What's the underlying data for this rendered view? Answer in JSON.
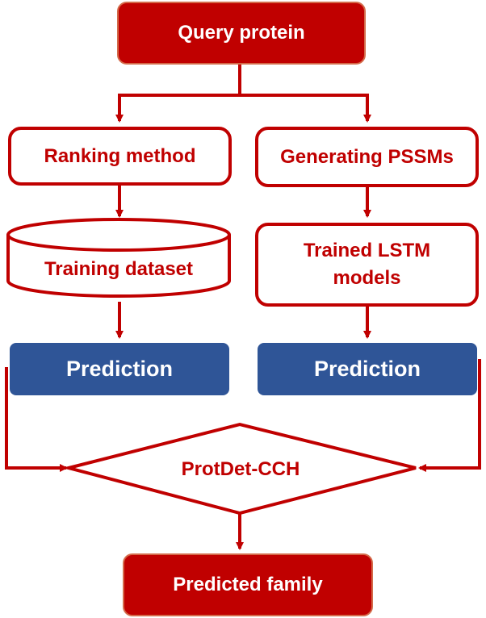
{
  "nodes": {
    "query": "Query protein",
    "ranking": "Ranking method",
    "pssm": "Generating PSSMs",
    "training": "Training dataset",
    "lstm_line1": "Trained LSTM",
    "lstm_line2": "models",
    "prediction_left": "Prediction",
    "prediction_right": "Prediction",
    "protdet": "ProtDet-CCH",
    "predicted": "Predicted family"
  },
  "colors": {
    "red": "#c00000",
    "blue": "#2f5597",
    "solid_border": "#d46a4a"
  }
}
